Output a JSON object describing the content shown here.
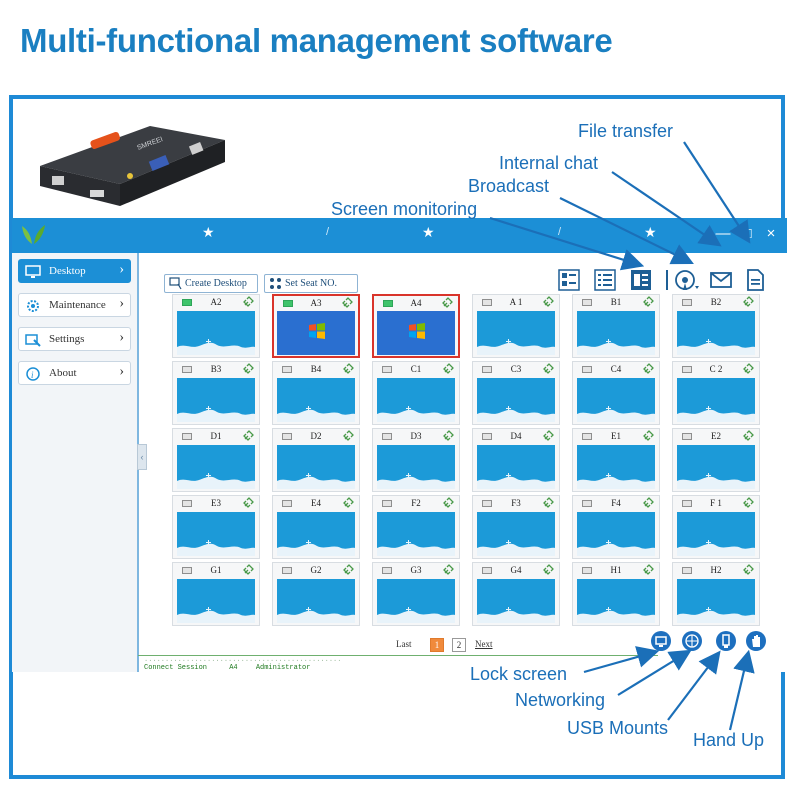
{
  "headline": "Multi-functional management software",
  "device": {
    "brand": "SMREEI"
  },
  "window": {
    "minimize": "—",
    "maximize": "□",
    "close": "×"
  },
  "sidebar": {
    "items": [
      {
        "label": "Desktop",
        "icon": "desktop-icon",
        "active": true
      },
      {
        "label": "Maintenance",
        "icon": "gear-icon",
        "active": false
      },
      {
        "label": "Settings",
        "icon": "settings-icon",
        "active": false
      },
      {
        "label": "About",
        "icon": "info-icon",
        "active": false
      }
    ]
  },
  "toolbar": {
    "create_desktop": "Create Desktop",
    "set_seat": "Set Seat NO."
  },
  "seats": [
    {
      "name": "A2",
      "online": true,
      "selected": false
    },
    {
      "name": "A3",
      "online": true,
      "selected": true
    },
    {
      "name": "A4",
      "online": true,
      "selected": true
    },
    {
      "name": "A 1",
      "online": false,
      "selected": false
    },
    {
      "name": "B1",
      "online": false,
      "selected": false
    },
    {
      "name": "B2",
      "online": false,
      "selected": false
    },
    {
      "name": "B3",
      "online": false,
      "selected": false
    },
    {
      "name": "B4",
      "online": false,
      "selected": false
    },
    {
      "name": "C1",
      "online": false,
      "selected": false
    },
    {
      "name": "C3",
      "online": false,
      "selected": false
    },
    {
      "name": "C4",
      "online": false,
      "selected": false
    },
    {
      "name": "C 2",
      "online": false,
      "selected": false
    },
    {
      "name": "D1",
      "online": false,
      "selected": false
    },
    {
      "name": "D2",
      "online": false,
      "selected": false
    },
    {
      "name": "D3",
      "online": false,
      "selected": false
    },
    {
      "name": "D4",
      "online": false,
      "selected": false
    },
    {
      "name": "E1",
      "online": false,
      "selected": false
    },
    {
      "name": "E2",
      "online": false,
      "selected": false
    },
    {
      "name": "E3",
      "online": false,
      "selected": false
    },
    {
      "name": "E4",
      "online": false,
      "selected": false
    },
    {
      "name": "F2",
      "online": false,
      "selected": false
    },
    {
      "name": "F3",
      "online": false,
      "selected": false
    },
    {
      "name": "F4",
      "online": false,
      "selected": false
    },
    {
      "name": "F 1",
      "online": false,
      "selected": false
    },
    {
      "name": "G1",
      "online": false,
      "selected": false
    },
    {
      "name": "G2",
      "online": false,
      "selected": false
    },
    {
      "name": "G3",
      "online": false,
      "selected": false
    },
    {
      "name": "G4",
      "online": false,
      "selected": false
    },
    {
      "name": "H1",
      "online": false,
      "selected": false
    },
    {
      "name": "H2",
      "online": false,
      "selected": false
    }
  ],
  "pager": {
    "last": "Last",
    "pages": [
      "1",
      "2"
    ],
    "current": "1",
    "next": "Next"
  },
  "log": [
    {
      "event": "Connect Session",
      "seat": "A4",
      "user": "Administrator"
    }
  ],
  "callouts": {
    "file_transfer": "File transfer",
    "internal_chat": "Internal chat",
    "broadcast": "Broadcast",
    "screen_monitoring": "Screen monitoring",
    "lock_screen": "Lock screen",
    "networking": "Networking",
    "usb_mounts": "USB Mounts",
    "hand_up": "Hand Up"
  },
  "colors": {
    "accent": "#1c8fd6",
    "headline": "#1a7fc1",
    "selected_border": "#d9342b",
    "page_current": "#f08a3c"
  }
}
